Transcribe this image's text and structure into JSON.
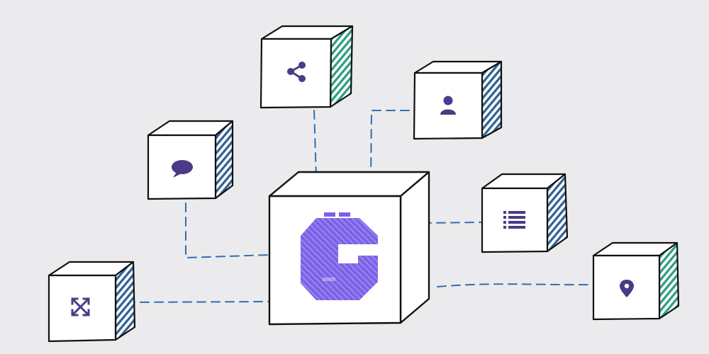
{
  "colors": {
    "background": "#ebebed",
    "outline": "#111111",
    "face": "#ffffff",
    "icon": "#4b3b86",
    "logo": "#7b61e6",
    "connector": "#2f6fb0",
    "hatch_blue": "#2d5f93",
    "hatch_green": "#2a9d7f"
  },
  "nodes": [
    {
      "id": "hub",
      "icon": "gatsby-logo-icon",
      "hatch": "none"
    },
    {
      "id": "share",
      "icon": "share-icon",
      "hatch": "green"
    },
    {
      "id": "user",
      "icon": "user-icon",
      "hatch": "blue"
    },
    {
      "id": "chat",
      "icon": "chat-bubble-icon",
      "hatch": "blue"
    },
    {
      "id": "list",
      "icon": "list-icon",
      "hatch": "blue"
    },
    {
      "id": "expand",
      "icon": "expand-arrows-icon",
      "hatch": "blue"
    },
    {
      "id": "location",
      "icon": "map-pin-icon",
      "hatch": "green"
    }
  ],
  "edges": [
    {
      "from": "hub",
      "to": "share"
    },
    {
      "from": "hub",
      "to": "user"
    },
    {
      "from": "hub",
      "to": "chat"
    },
    {
      "from": "hub",
      "to": "list"
    },
    {
      "from": "hub",
      "to": "expand"
    },
    {
      "from": "hub",
      "to": "location"
    }
  ]
}
